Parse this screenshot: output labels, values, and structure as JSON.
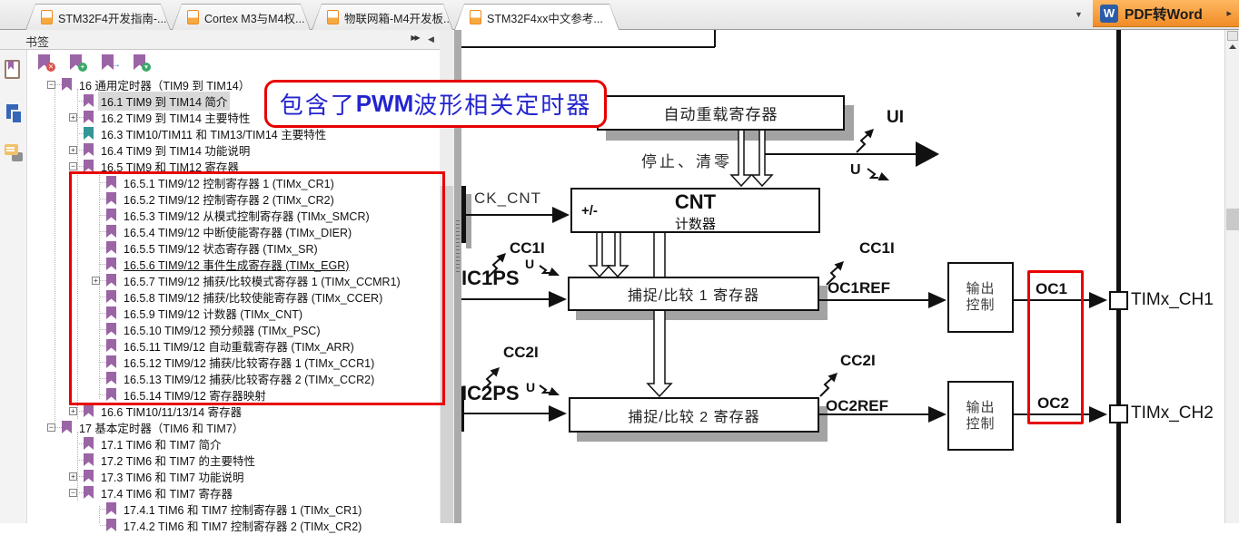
{
  "tabs": [
    {
      "label": "STM32F4开发指南-...",
      "active": false
    },
    {
      "label": "Cortex M3与M4权...",
      "active": false
    },
    {
      "label": "物联网箱-M4开发板...",
      "active": false
    },
    {
      "label": "STM32F4xx中文参考...",
      "active": true,
      "close_glyph": "x"
    }
  ],
  "toolbar": {
    "dropdown_glyph": "▼",
    "word_icon": "W",
    "convert_label": "PDF转Word",
    "convert_arrow": "▸"
  },
  "sidebar": {
    "header": {
      "title": "书签",
      "expand_glyph": "▶▶",
      "collapse_glyph": "◀"
    },
    "toolbar_icons": [
      {
        "name": "delete-bookmark",
        "badge": "✕",
        "style": "red"
      },
      {
        "name": "add-bookmark",
        "badge": "+",
        "style": "green"
      },
      {
        "name": "goto-bookmark",
        "badge": "→",
        "style": "plain"
      },
      {
        "name": "expand-bookmarks",
        "badge": "▾",
        "style": "green"
      }
    ],
    "tree": [
      {
        "level": 1,
        "expander": "minus",
        "label": "16 通用定时器（TIM9 到 TIM14）"
      },
      {
        "level": 2,
        "label": "16.1 TIM9 到 TIM14 简介",
        "selected": true
      },
      {
        "level": 2,
        "expander": "plus",
        "label": "16.2 TIM9 到 TIM14 主要特性"
      },
      {
        "level": 2,
        "color": "teal",
        "label": "16.3 TIM10/TIM11 和 TIM13/TIM14 主要特性"
      },
      {
        "level": 2,
        "expander": "plus",
        "label": "16.4 TIM9 到 TIM14 功能说明"
      },
      {
        "level": 2,
        "expander": "minus",
        "label": "16.5 TIM9 和 TIM12 寄存器",
        "underline": true
      },
      {
        "level": 3,
        "label": "16.5.1 TIM9/12 控制寄存器 1 (TIMx_CR1)"
      },
      {
        "level": 3,
        "label": "16.5.2 TIM9/12 控制寄存器 2 (TIMx_CR2)"
      },
      {
        "level": 3,
        "label": "16.5.3 TIM9/12 从模式控制寄存器 (TIMx_SMCR)"
      },
      {
        "level": 3,
        "label": "16.5.4 TIM9/12 中断使能寄存器 (TIMx_DIER)"
      },
      {
        "level": 3,
        "label": "16.5.5 TIM9/12 状态寄存器 (TIMx_SR)"
      },
      {
        "level": 3,
        "label": "16.5.6 TIM9/12 事件生成寄存器 (TIMx_EGR)",
        "underline": true
      },
      {
        "level": 3,
        "expander": "plus",
        "label": "16.5.7 TIM9/12 捕获/比较模式寄存器 1 (TIMx_CCMR1)"
      },
      {
        "level": 3,
        "label": "16.5.8 TIM9/12 捕获/比较使能寄存器 (TIMx_CCER)"
      },
      {
        "level": 3,
        "label": "16.5.9 TIM9/12 计数器 (TIMx_CNT)"
      },
      {
        "level": 3,
        "label": "16.5.10 TIM9/12 预分频器 (TIMx_PSC)"
      },
      {
        "level": 3,
        "label": "16.5.11 TIM9/12 自动重载寄存器 (TIMx_ARR)"
      },
      {
        "level": 3,
        "label": "16.5.12 TIM9/12 捕获/比较寄存器 1 (TIMx_CCR1)"
      },
      {
        "level": 3,
        "label": "16.5.13 TIM9/12 捕获/比较寄存器 2 (TIMx_CCR2)"
      },
      {
        "level": 3,
        "label": "16.5.14 TIM9/12 寄存器映射"
      },
      {
        "level": 2,
        "expander": "plus",
        "label": "16.6 TIM10/11/13/14 寄存器"
      },
      {
        "level": 1,
        "expander": "minus",
        "label": "17 基本定时器（TIM6 和 TIM7）"
      },
      {
        "level": 2,
        "label": "17.1 TIM6 和 TIM7 简介"
      },
      {
        "level": 2,
        "label": "17.2 TIM6 和 TIM7 的主要特性"
      },
      {
        "level": 2,
        "expander": "plus",
        "label": "17.3 TIM6 和 TIM7 功能说明"
      },
      {
        "level": 2,
        "expander": "minus",
        "label": "17.4 TIM6 和 TIM7 寄存器"
      },
      {
        "level": 3,
        "label": "17.4.1 TIM6 和 TIM7 控制寄存器 1 (TIMx_CR1)"
      },
      {
        "level": 3,
        "label": "17.4.2 TIM6 和 TIM7 控制寄存器 2 (TIMx_CR2)"
      }
    ]
  },
  "annotation": {
    "callout_prefix": "包含了",
    "callout_bold": "PWM",
    "callout_suffix": "波形相关定时器"
  },
  "diagram": {
    "labels": {
      "arr_box": "自动重载寄存器",
      "stop_clear": "停止、清零",
      "ui": "UI",
      "u": "U",
      "ck_cnt": "CK_CNT",
      "plus_minus": "+/-",
      "cnt": "CNT",
      "counter": "计数器",
      "cc1i": "CC1I",
      "ic1ps": "IC1PS",
      "ccr1_box": "捕捉/比较 1 寄存器",
      "oc1ref": "OC1REF",
      "cc2i": "CC2I",
      "ic2ps": "IC2PS",
      "ccr2_box": "捕捉/比较 2 寄存器",
      "oc2ref": "OC2REF",
      "out_top": "输出",
      "out_bottom": "控制",
      "oc1": "OC1",
      "oc2": "OC2",
      "ch1": "TIMx_CH1",
      "ch2": "TIMx_CH2"
    }
  },
  "colors": {
    "annotation_red": "#e80000",
    "callout_blue": "#2324cf",
    "button_orange_light": "#ffb761",
    "button_orange_dark": "#f08c26",
    "bookmark_purple": "#9b64a5",
    "bookmark_teal": "#339596"
  }
}
